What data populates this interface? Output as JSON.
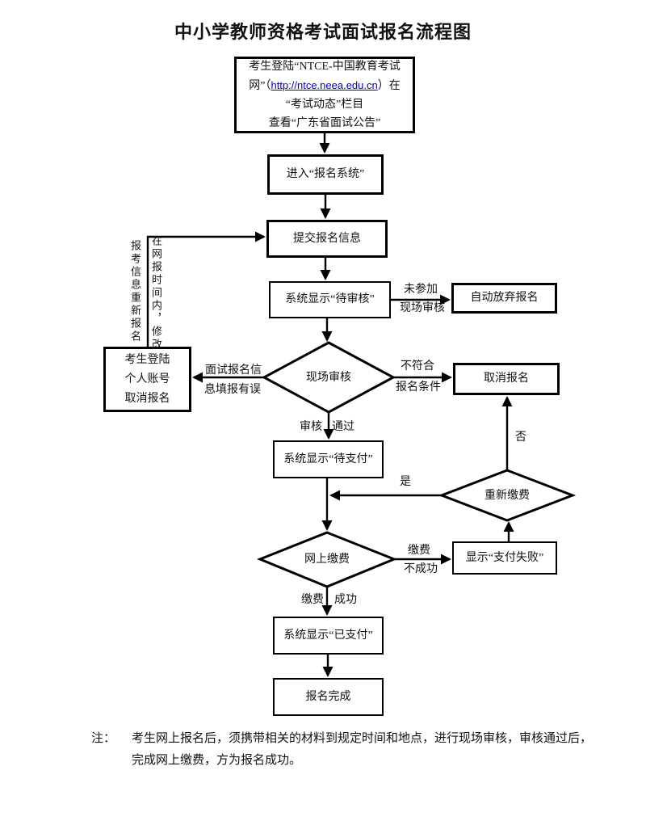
{
  "title": "中小学教师资格考试面试报名流程图",
  "colors": {
    "link": "#0000cc",
    "line": "#000000"
  },
  "nodes": {
    "start": {
      "line1": "考生登陆“NTCE-中国教育考试",
      "line2_prefix": "网”（",
      "link": "http://ntce.neea.edu.cn",
      "line2_suffix": "）在",
      "line3": "“考试动态”栏目",
      "line4": "查看“广东省面试公告”"
    },
    "enter_system": "进入“报名系统”",
    "submit_info": "提交报名信息",
    "pending_review": "系统显示“待审核”",
    "auto_abandon": "自动放弃报名",
    "onsite_review": "现场审核",
    "cancel_account": {
      "line1": "考生登陆",
      "line2": "个人账号",
      "line3": "取消报名"
    },
    "cancel_registration": "取消报名",
    "pending_payment": "系统显示“待支付”",
    "repay": "重新缴费",
    "online_payment": "网上缴费",
    "payment_failed": "显示“支付失败”",
    "paid": "系统显示“已支付”",
    "complete": "报名完成"
  },
  "labels": {
    "not_attend_1": "未参加",
    "not_attend_2": "现场审核",
    "info_error_1": "面试报名信",
    "info_error_2": "息填报有误",
    "not_qualified_1": "不符合",
    "not_qualified_2": "报名条件",
    "review_pass_l": "审核",
    "review_pass_r": "通过",
    "yes": "是",
    "no": "否",
    "pay_fail_1": "缴费",
    "pay_fail_2": "不成功",
    "pay_ok_l": "缴费",
    "pay_ok_r": "成功",
    "reregister_col_right": "在网报时间内，修改",
    "reregister_col_left": "报考信息重新报名"
  },
  "note": {
    "prefix": "注：",
    "line1": "考生网上报名后，须携带相关的材料到规定时间和地点，进行现场审核，审核通过后，",
    "line2": "完成网上缴费，方为报名成功。"
  }
}
